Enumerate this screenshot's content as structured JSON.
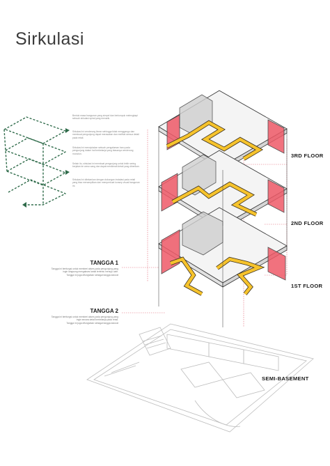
{
  "title": "Sirkulasi",
  "intro_paragraphs": [
    "Bentuk masa bangunan yang simpel dan berlumpuk melengkapi sebuah sirkulasi spiral yang menarik.",
    "Sirkulasi ini cenderung linear sehingga tidak menggangu dan membuat pengunjung dapat merasakan dan melihat semua detail pada retail.",
    "Sirkulasi ini menciptakan sebuah pengalaman baru pada pengunjung dalam hal berbelanja yang biasanya cenderung monoton.",
    "Selain itu, sirkulasi ini membuat pengunjung untuk lebih sering berjalan ke area ruang dan dapat menikmati detail yang diberikan.",
    "Sirkulasi ini ditekankan dengan dukungan instalasi pada retail yang bisa menampilkan dan memperkuat konsep visual bangunan ini."
  ],
  "floors": {
    "third": "3RD FLOOR",
    "second": "2ND FLOOR",
    "first": "1ST FLOOR",
    "semi": "SEMI-BASEMENT"
  },
  "stairs": [
    {
      "title": "TANGGA 1",
      "desc": [
        "Tangga ini berfungsi untuk memberi akses pada pengunjung yang",
        "ingin langsung mengakses lantai tertentu menuju cafe.",
        "Tangga ini juga difungsikan sebagai tangga darurat"
      ]
    },
    {
      "title": "TANGGA 2",
      "desc": [
        "Tangga ini berfungsi untuk memberi akses pada pengunjung yang",
        "ingin secara detail berbelanja pada retail.",
        "Tangga ini juga difungsikan sebagai tangga darurat"
      ]
    }
  ],
  "colors": {
    "circulation": "#f6c32c",
    "circulation_outline": "#3a3020",
    "retail_block": "#ef5a68",
    "arrow": "#2f6b4a",
    "guide": "#e06070"
  }
}
